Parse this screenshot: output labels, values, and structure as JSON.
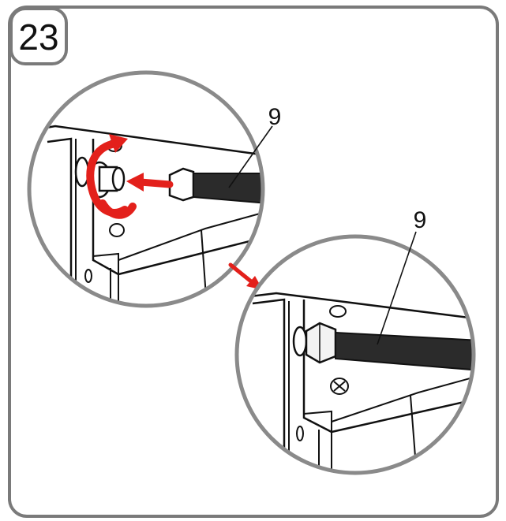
{
  "step": {
    "number": "23"
  },
  "part_callouts": [
    {
      "id": "hose-before",
      "label": "9"
    },
    {
      "id": "hose-after",
      "label": "9"
    }
  ],
  "colors": {
    "frame": "#7a7a7a",
    "zoom_circle": "#8a8a8a",
    "action_arrow": "#e3201b",
    "hose": "#2b2b2b",
    "line_art": "#111111"
  },
  "icons": {
    "rotate": "rotate-arrow-icon",
    "insert": "insert-arrow-icon",
    "transition": "transition-arrow-icon"
  }
}
